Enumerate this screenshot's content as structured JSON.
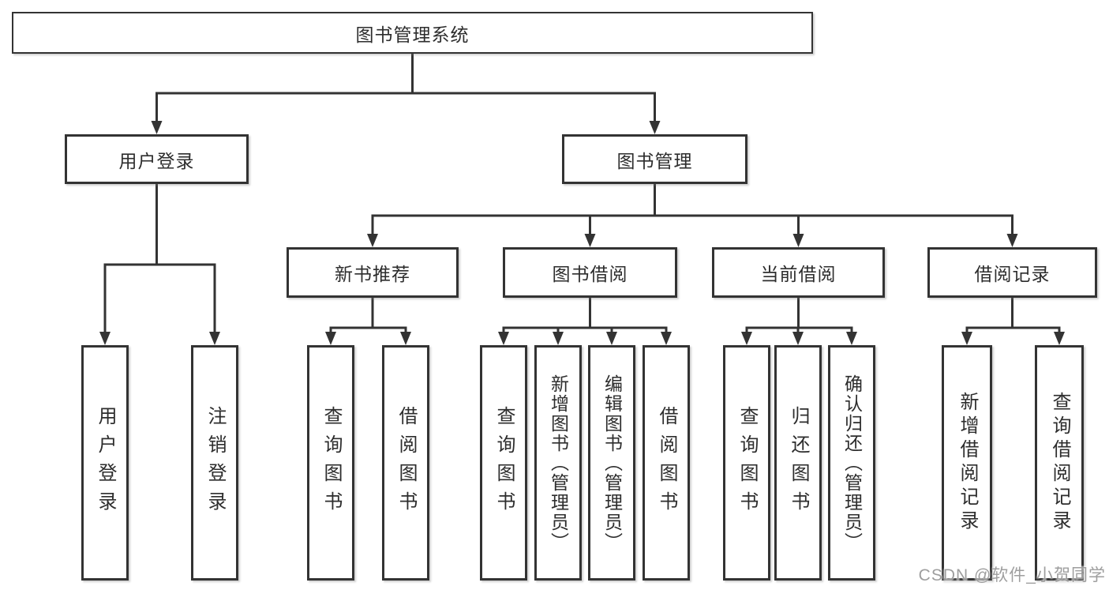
{
  "diagram_title": "图书管理系统",
  "tree": {
    "root": {
      "label": "图书管理系统",
      "children": [
        {
          "label": "用户登录",
          "children": [
            {
              "label": "用户登录"
            },
            {
              "label": "注销登录"
            }
          ]
        },
        {
          "label": "图书管理",
          "children": [
            {
              "label": "新书推荐",
              "children": [
                {
                  "label": "查询图书"
                },
                {
                  "label": "借阅图书"
                }
              ]
            },
            {
              "label": "图书借阅",
              "children": [
                {
                  "label": "查询图书"
                },
                {
                  "label": "新增图书（管理员）"
                },
                {
                  "label": "编辑图书（管理员）"
                },
                {
                  "label": "借阅图书"
                }
              ]
            },
            {
              "label": "当前借阅",
              "children": [
                {
                  "label": "查询图书"
                },
                {
                  "label": "归还图书"
                },
                {
                  "label": "确认归还（管理员）"
                }
              ]
            },
            {
              "label": "借阅记录",
              "children": [
                {
                  "label": "新增借阅记录"
                },
                {
                  "label": "查询借阅记录"
                }
              ]
            }
          ]
        }
      ]
    }
  },
  "watermark": {
    "text": "CSDN @软件_小贺同学"
  },
  "colors": {
    "line": "#333333",
    "box_border": "#333333",
    "background": "#ffffff",
    "text": "#2d2d2d",
    "watermark": "#949494"
  }
}
